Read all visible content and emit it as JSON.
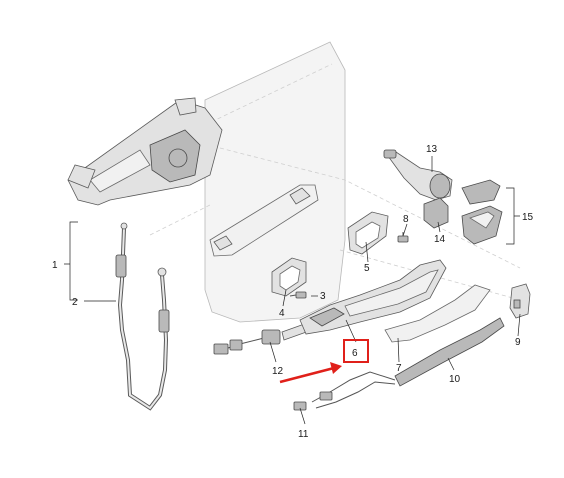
{
  "callouts": {
    "c1": "1",
    "c2": "2",
    "c3": "3",
    "c4": "4",
    "c5": "5",
    "c6": "6",
    "c7": "7",
    "c8": "8",
    "c9": "9",
    "c10": "10",
    "c11": "11",
    "c12": "12",
    "c13": "13",
    "c14": "14",
    "c15": "15"
  },
  "colors": {
    "highlight": "#e0201a",
    "line": "#222222",
    "part_fill": "#e2e2e2"
  },
  "highlighted_callout": "6"
}
